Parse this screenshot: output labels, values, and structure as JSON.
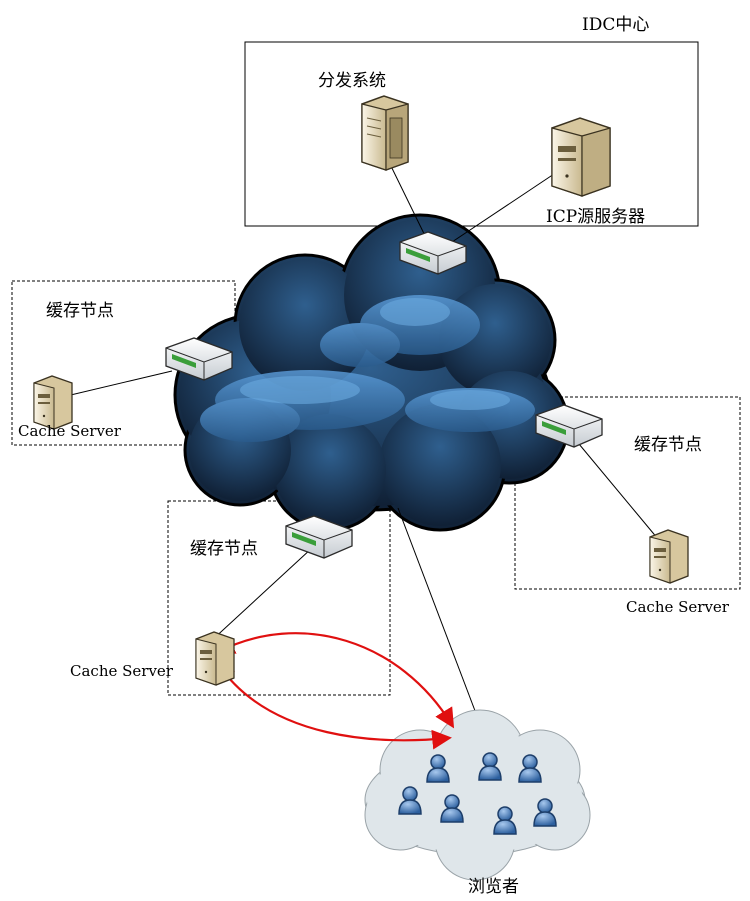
{
  "idc": {
    "title": "IDC中心",
    "distribution_label": "分发系统",
    "origin_label": "ICP源服务器"
  },
  "cache_nodes": [
    {
      "node_label": "缓存节点",
      "server_label": "Cache Server"
    },
    {
      "node_label": "缓存节点",
      "server_label": "Cache Server"
    },
    {
      "node_label": "缓存节点",
      "server_label": "Cache Server"
    }
  ],
  "users_label": "浏览者",
  "colors": {
    "cloud_dark": "#0d1b2e",
    "cloud_light": "#4f8fc8",
    "user_cloud": "#dfe6ea",
    "user_figure": "#3c6fae",
    "arrow": "#e01010",
    "server": "#ece2c8"
  }
}
